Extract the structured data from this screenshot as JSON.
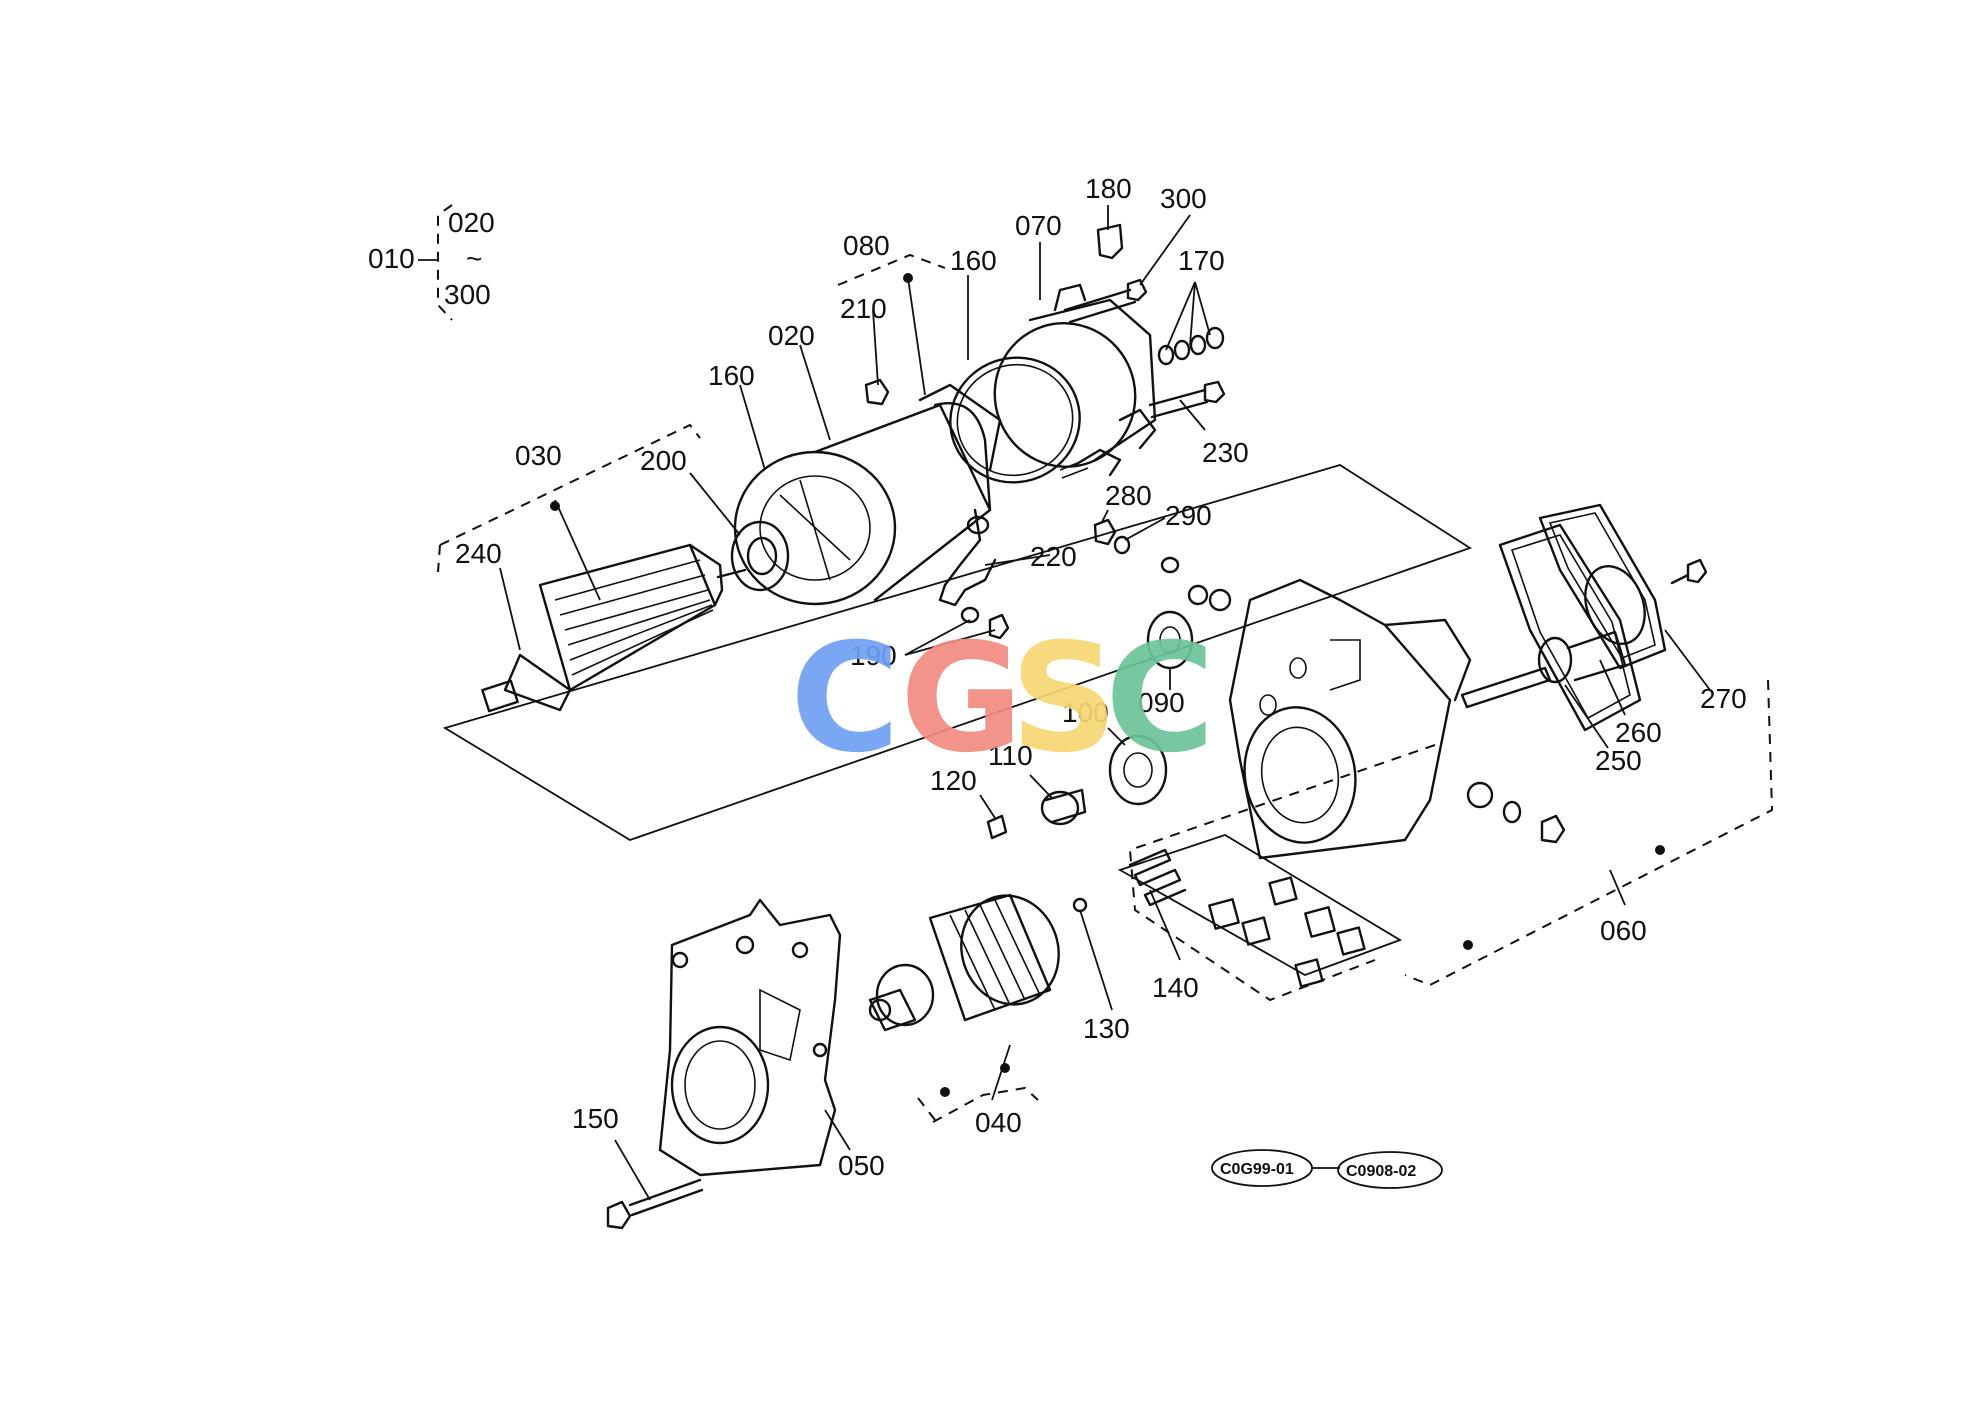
{
  "assembly": {
    "main": "010",
    "range_from": "020",
    "range_tilde": "~",
    "range_to": "300"
  },
  "parts": [
    {
      "id": "p020",
      "label": "020"
    },
    {
      "id": "p030",
      "label": "030"
    },
    {
      "id": "p040",
      "label": "040"
    },
    {
      "id": "p050",
      "label": "050"
    },
    {
      "id": "p060",
      "label": "060"
    },
    {
      "id": "p070",
      "label": "070"
    },
    {
      "id": "p080",
      "label": "080"
    },
    {
      "id": "p090",
      "label": "090"
    },
    {
      "id": "p100",
      "label": "100"
    },
    {
      "id": "p110",
      "label": "110"
    },
    {
      "id": "p120",
      "label": "120"
    },
    {
      "id": "p130",
      "label": "130"
    },
    {
      "id": "p140",
      "label": "140"
    },
    {
      "id": "p150",
      "label": "150"
    },
    {
      "id": "p160a",
      "label": "160"
    },
    {
      "id": "p160b",
      "label": "160"
    },
    {
      "id": "p170",
      "label": "170"
    },
    {
      "id": "p180",
      "label": "180"
    },
    {
      "id": "p190",
      "label": "190"
    },
    {
      "id": "p200",
      "label": "200"
    },
    {
      "id": "p210",
      "label": "210"
    },
    {
      "id": "p220",
      "label": "220"
    },
    {
      "id": "p230",
      "label": "230"
    },
    {
      "id": "p240",
      "label": "240"
    },
    {
      "id": "p250",
      "label": "250"
    },
    {
      "id": "p260",
      "label": "260"
    },
    {
      "id": "p270",
      "label": "270"
    },
    {
      "id": "p280",
      "label": "280"
    },
    {
      "id": "p290",
      "label": "290"
    },
    {
      "id": "p300",
      "label": "300"
    }
  ],
  "references": {
    "ref1": "C0G99-01",
    "ref2": "C0908-02"
  },
  "watermark": {
    "letters": [
      {
        "ch": "C",
        "color": "#6fa0f2"
      },
      {
        "ch": "G",
        "color": "#f28b82"
      },
      {
        "ch": "S",
        "color": "#f7d774"
      },
      {
        "ch": "C",
        "color": "#6cc39a"
      }
    ]
  }
}
